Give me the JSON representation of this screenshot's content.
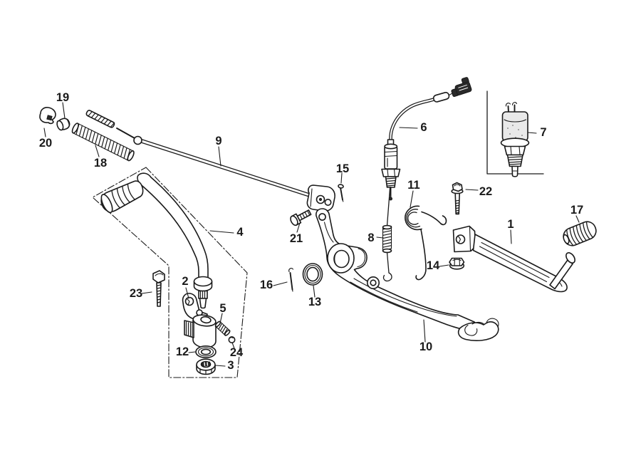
{
  "figure": {
    "kind": "exploded-parts-diagram",
    "background_color": "#ffffff",
    "line_color": "#1a1a1a",
    "part_labels": {
      "p1": "1",
      "p2": "2",
      "p3": "3",
      "p4": "4",
      "p5": "5",
      "p6": "6",
      "p7": "7",
      "p8": "8",
      "p9": "9",
      "p10": "10",
      "p11": "11",
      "p12": "12",
      "p13": "13",
      "p14": "14",
      "p15": "15",
      "p16": "16",
      "p17": "17",
      "p18": "18",
      "p19": "19",
      "p20": "20",
      "p21": "21",
      "p22": "22",
      "p23": "23",
      "p24": "24"
    }
  }
}
